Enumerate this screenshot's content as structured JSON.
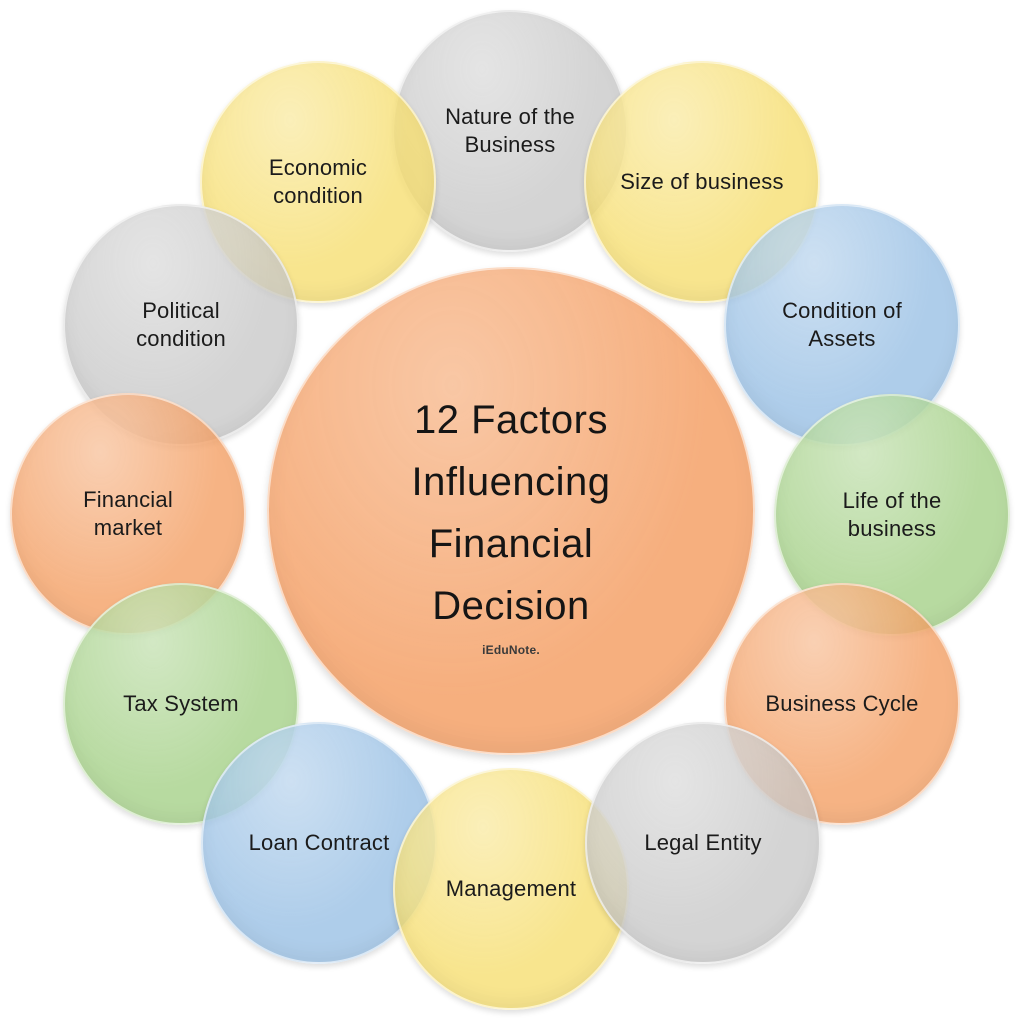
{
  "diagram": {
    "center": {
      "title_lines": [
        "12 Factors",
        "Influencing",
        "Financial",
        "Decision"
      ],
      "brand": "iEduNote.",
      "color": "orange"
    },
    "palette": {
      "orange": "#F49E61",
      "yellow": "#F6DE6E",
      "gray": "#C8C8C8",
      "blue": "#97BFE4",
      "green": "#A3D085"
    },
    "fill_opacity": 0.78,
    "center_fill_opacity": 0.82,
    "factors": [
      {
        "label": "Nature of the Business",
        "color": "gray"
      },
      {
        "label": "Economic condition",
        "color": "yellow"
      },
      {
        "label": "Size of business",
        "color": "yellow"
      },
      {
        "label": "Political condition",
        "color": "gray"
      },
      {
        "label": "Condition of Assets",
        "color": "blue"
      },
      {
        "label": "Financial market",
        "color": "orange"
      },
      {
        "label": "Life of the business",
        "color": "green"
      },
      {
        "label": "Tax System",
        "color": "green"
      },
      {
        "label": "Business Cycle",
        "color": "orange"
      },
      {
        "label": "Loan Contract",
        "color": "blue"
      },
      {
        "label": "Management",
        "color": "yellow"
      },
      {
        "label": "Legal Entity",
        "color": "gray"
      }
    ]
  }
}
